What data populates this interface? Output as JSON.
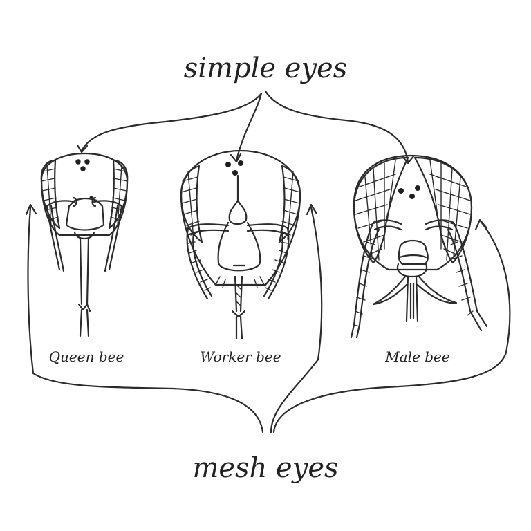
{
  "labels": {
    "top": "simple eyes",
    "bottom": "mesh eyes"
  },
  "bees": [
    {
      "name": "Queen bee"
    },
    {
      "name": "Worker bee"
    },
    {
      "name": "Male bee"
    }
  ],
  "colors": {
    "ink": "#2b2b2b",
    "background": "#ffffff"
  }
}
